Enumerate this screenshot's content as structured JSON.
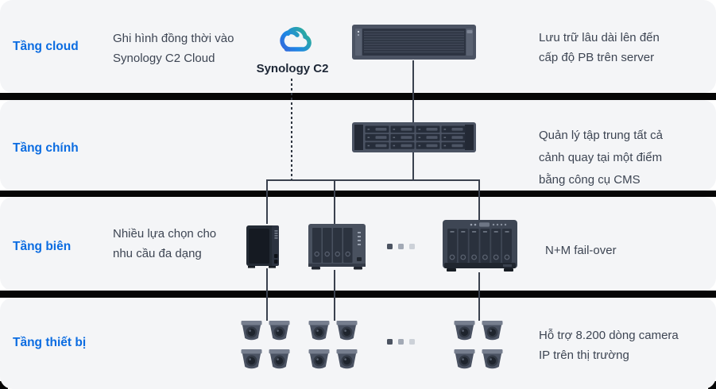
{
  "colors": {
    "accent_blue": "#0b6ce1",
    "row_background": "#f4f5f7",
    "divider_black": "#060606",
    "body_text": "#3d4553",
    "connector_line": "#3a414e"
  },
  "cloud_service": {
    "icon_label": "Synology C2"
  },
  "tiers": [
    {
      "id": "cloud",
      "label": "Tầng cloud",
      "desc": [
        "Ghi hình đồng thời vào",
        "Synology C2 Cloud"
      ],
      "note": [
        "Lưu trữ lâu dài lên đến",
        "cấp độ PB trên server"
      ],
      "devices": [
        "synology-c2-cloud",
        "rack-server"
      ]
    },
    {
      "id": "main",
      "label": "Tầng chính",
      "desc": [],
      "note": [
        "Quản lý tập trung tất cả",
        "cảnh quay tại một điểm",
        "bằng công cụ CMS"
      ],
      "devices": [
        "rackstation-12-bay"
      ]
    },
    {
      "id": "edge",
      "label": "Tầng biên",
      "desc": [
        "Nhiều lựa chọn cho",
        "nhu cầu đa dạng"
      ],
      "note": [
        "N+M fail-over"
      ],
      "devices": [
        "tower-nas-2-bay",
        "tower-nas-4-bay",
        "ellipsis",
        "tower-nas-6-bay"
      ]
    },
    {
      "id": "device",
      "label": "Tầng thiết bị",
      "desc": [],
      "note": [
        "Hỗ trợ 8.200 dòng camera",
        "IP trên thị trường"
      ],
      "devices": [
        "ip-camera-group",
        "ip-camera-group",
        "ellipsis",
        "ip-camera-group"
      ]
    }
  ]
}
